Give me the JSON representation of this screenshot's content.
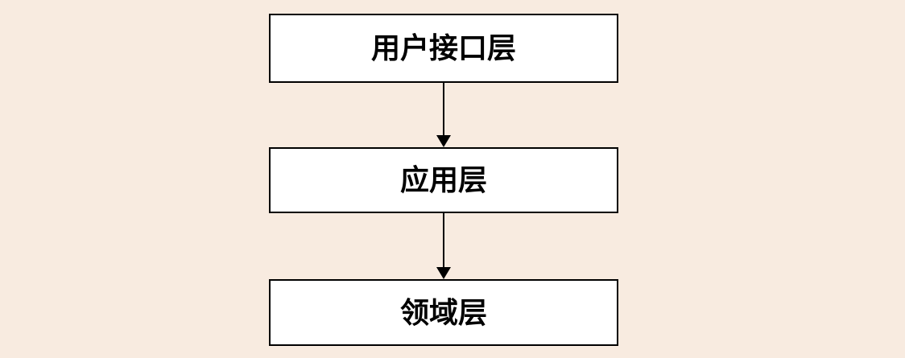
{
  "diagram": {
    "type": "layered-architecture-flowchart",
    "background_color": "#f8ebe0",
    "box_fill_color": "#ffffff",
    "box_border_color": "#000000",
    "text_color": "#000000",
    "arrow_color": "#000000",
    "layers": [
      {
        "label": "用户接口层"
      },
      {
        "label": "应用层"
      },
      {
        "label": "领域层"
      }
    ],
    "connections": [
      {
        "from": "用户接口层",
        "to": "应用层",
        "style": "arrow-down"
      },
      {
        "from": "应用层",
        "to": "领域层",
        "style": "arrow-down"
      }
    ]
  }
}
